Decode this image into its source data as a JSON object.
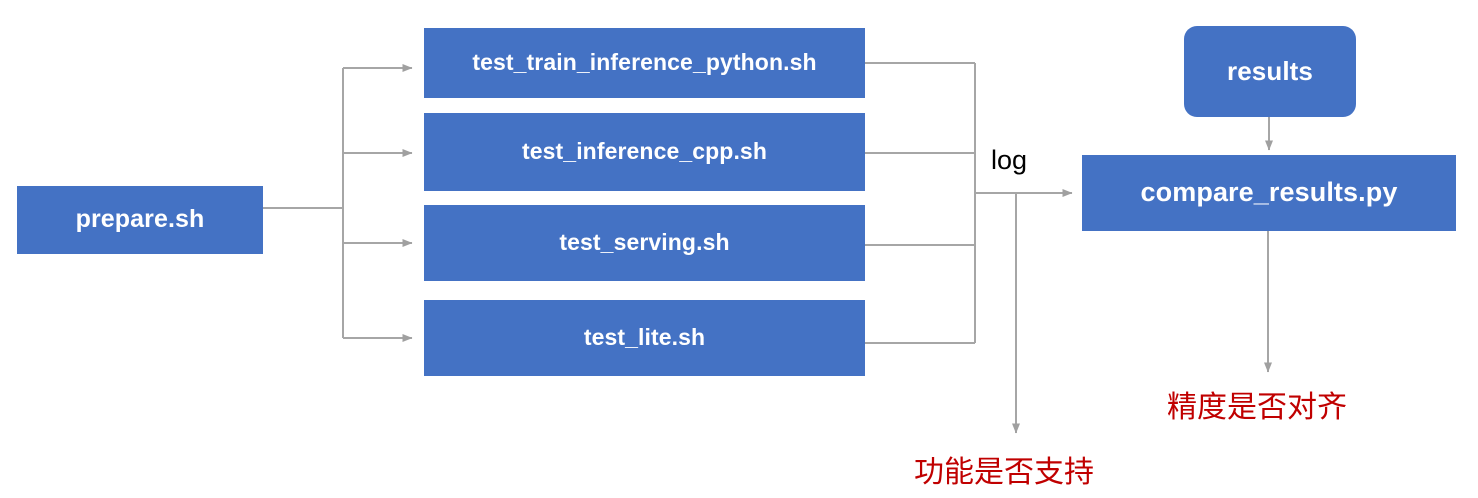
{
  "diagram": {
    "title": "PaddlePaddle TIPC test pipeline flowchart",
    "colors": {
      "node_fill": "#4472c4",
      "node_text": "#ffffff",
      "connector": "#a6a6a6",
      "annotation_red": "#c00000",
      "edge_label": "#000000",
      "background": "#ffffff"
    },
    "entry": {
      "label": "prepare.sh"
    },
    "test_scripts": [
      {
        "label": "test_train_inference_python.sh"
      },
      {
        "label": "test_inference_cpp.sh"
      },
      {
        "label": "test_serving.sh"
      },
      {
        "label": "test_lite.sh"
      }
    ],
    "edge_labels": {
      "log": "log"
    },
    "results_node": {
      "label": "results"
    },
    "compare_node": {
      "label": "compare_results.py"
    },
    "annotations": [
      {
        "label": "功能是否支持"
      },
      {
        "label": "精度是否对齐"
      }
    ]
  }
}
